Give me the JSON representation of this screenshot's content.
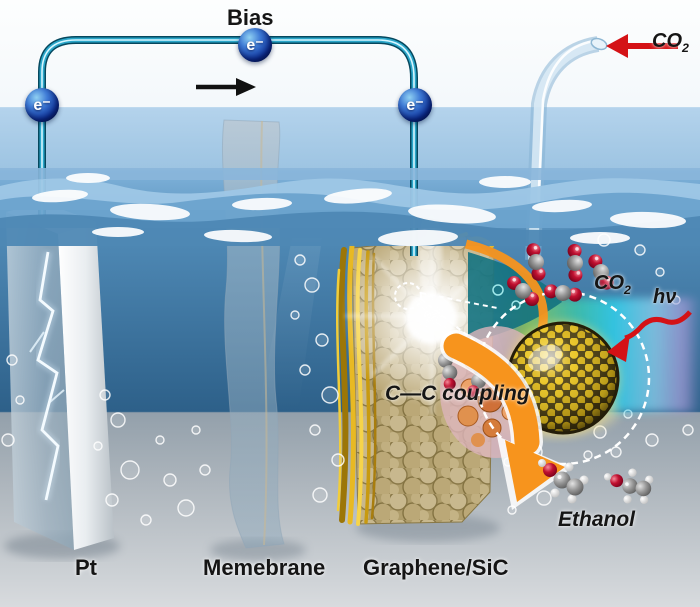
{
  "labels": {
    "bias": "Bias",
    "electron": "e⁻",
    "co2_base": "CO",
    "co2_sub": "2",
    "hv": "hν",
    "cc_coupling": "C—C coupling",
    "ethanol": "Ethanol",
    "pt": "Pt",
    "membrane": "Memebrane",
    "graphene_sic": "Graphene/SiC"
  },
  "icons": {
    "electron_spheres": 3,
    "co2_molecules": "red-gray-red linear",
    "ethanol_molecules": "gray carbons, red oxygen, white hydrogens"
  },
  "colors": {
    "wire_teal": "#1ba3c6",
    "electron_blue": "#0c2f96",
    "inlet_arrow_red": "#d41216",
    "hv_arrow_red": "#d41216",
    "product_arrow_orange": "#f7941d",
    "graphene_gold": "#e8c31f",
    "sic_tan": "#cdbb88",
    "water_deep_blue": "#2d6089",
    "sky_blue": "#9dc4e2",
    "floor_gray": "#aeb6bd",
    "label_black": "#151515"
  }
}
